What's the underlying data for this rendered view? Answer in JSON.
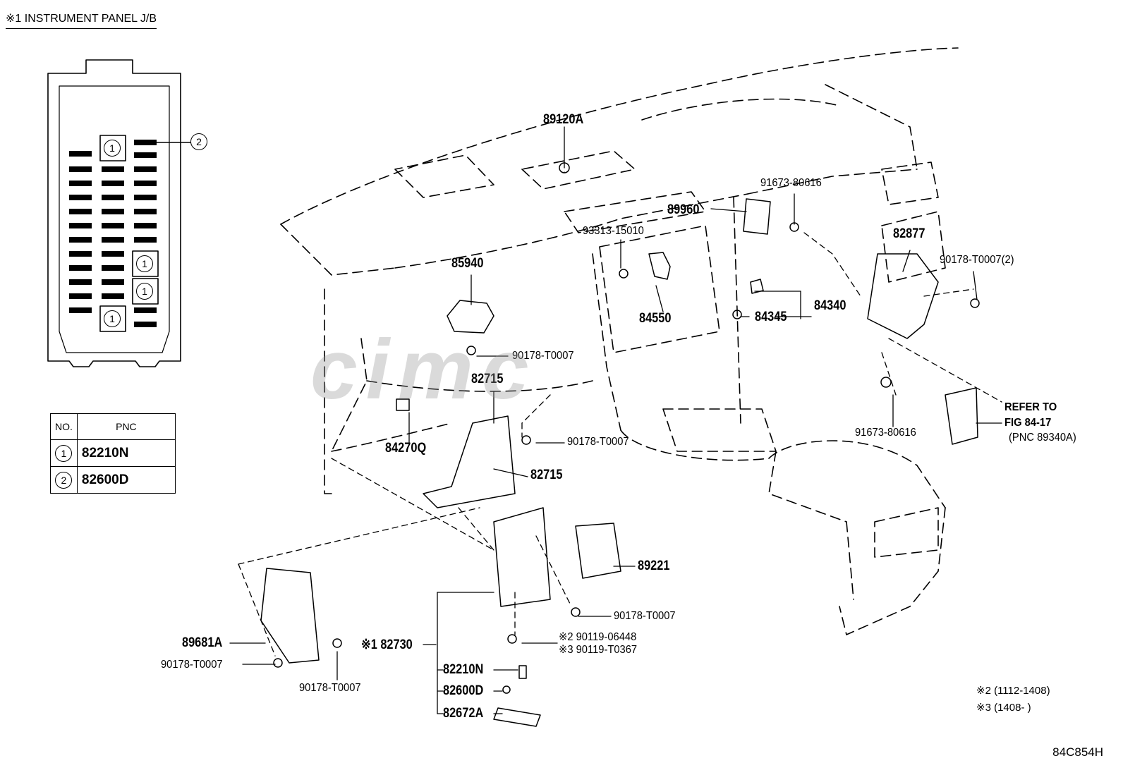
{
  "header": {
    "title": "※1  INSTRUMENT PANEL J/B"
  },
  "junction_block": {
    "slot_a": "1",
    "slot_b": "1",
    "slot_c": "1",
    "slot_d": "1",
    "callout": "2"
  },
  "pnc_table": {
    "header_no": "NO.",
    "header_pnc": "PNC",
    "rows": [
      {
        "no": "1",
        "pnc": "82210N"
      },
      {
        "no": "2",
        "pnc": "82600D"
      }
    ]
  },
  "parts": {
    "p89120A": "89120A",
    "p89960": "89960",
    "p91673a": "91673-80616",
    "p93313": "93313-15010",
    "p82877": "82877",
    "p90178_2": "90178-T0007(2)",
    "p85940": "85940",
    "p84550": "84550",
    "p84345": "84345",
    "p84340": "84340",
    "p90178a": "90178-T0007",
    "p82715a": "82715",
    "p84270Q": "84270Q",
    "p90178b": "90178-T0007",
    "p82715b": "82715",
    "p91673b": "91673-80616",
    "refer1": "REFER TO",
    "refer2": "FIG 84-17",
    "refer3": "(PNC 89340A)",
    "p89221": "89221",
    "p90178c": "90178-T0007",
    "p90119a": "※2 90119-06448",
    "p90119b": "※3 90119-T0367",
    "p82730": "※1 82730",
    "p89681A": "89681A",
    "p90178d": "90178-T0007",
    "p90178e": "90178-T0007",
    "p82210N": "82210N",
    "p82600D": "82600D",
    "p82672A": "82672A"
  },
  "notes": {
    "n2": "※2 (1112-1408)",
    "n3": "※3 (1408-      )"
  },
  "figure_code": "84C854H",
  "watermark": "cimc"
}
